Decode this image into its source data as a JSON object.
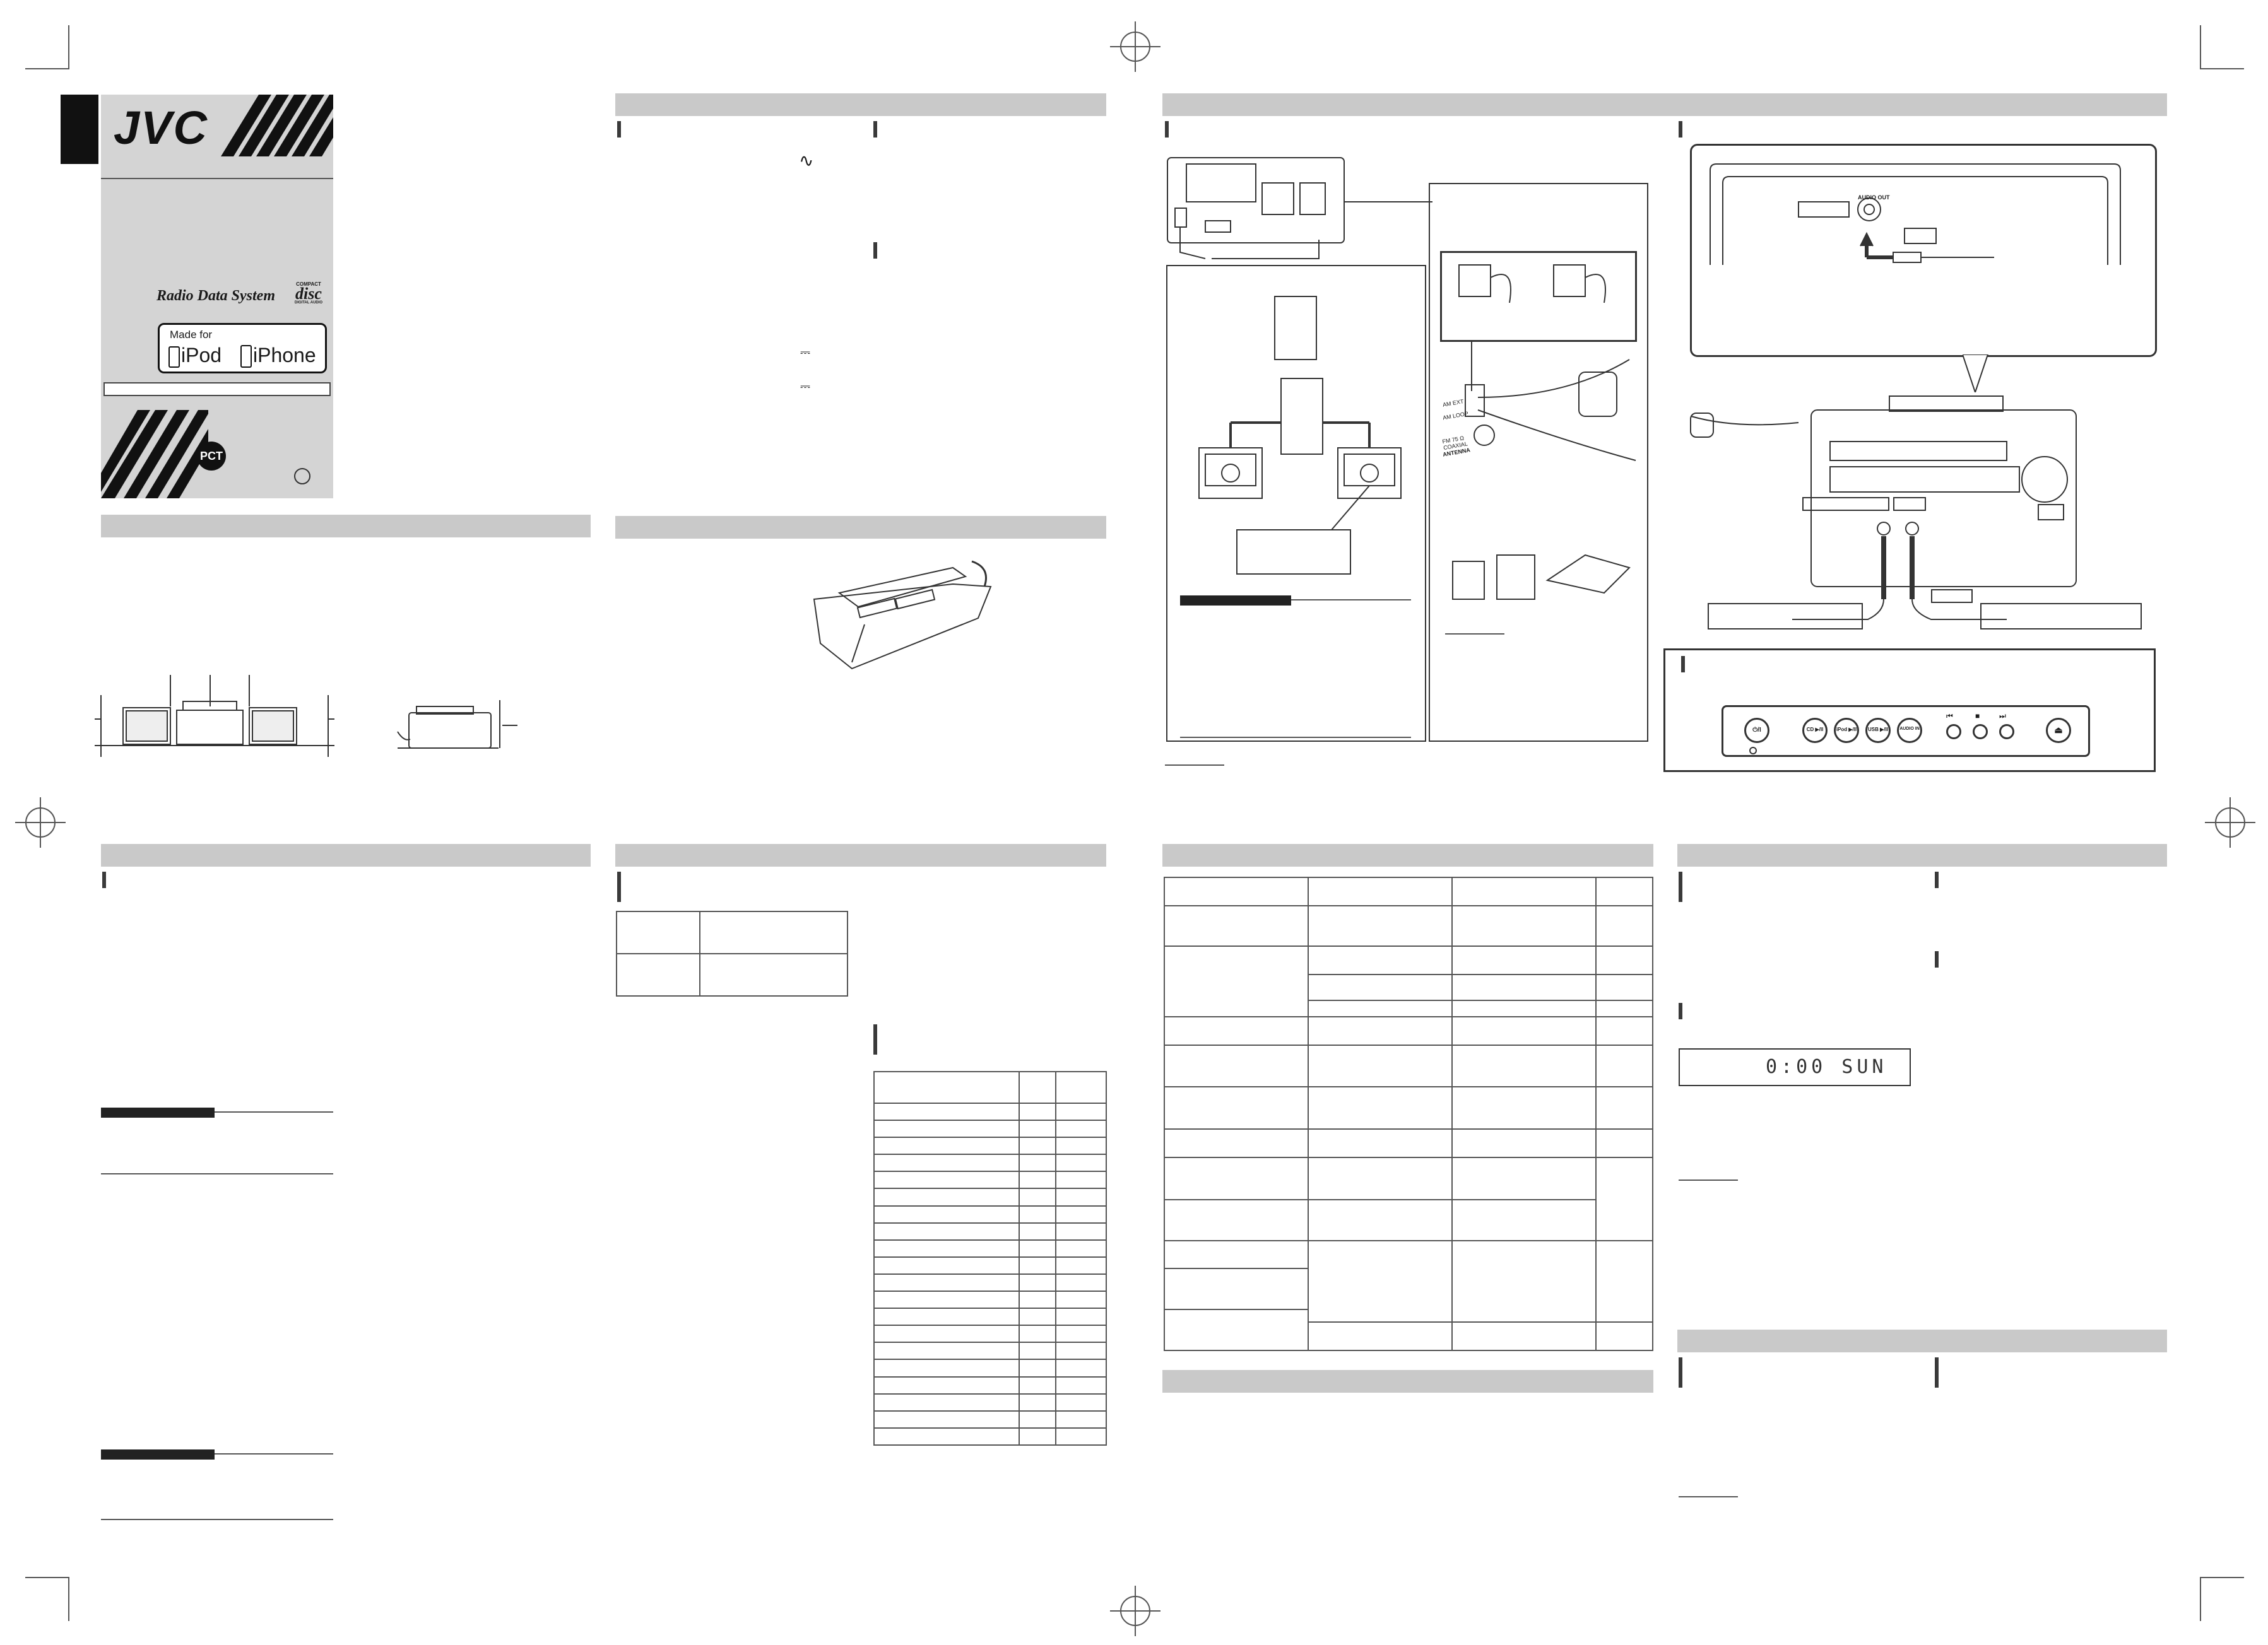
{
  "cover": {
    "brand": "JVC",
    "rds_label": "Radio Data System",
    "disc_logo_top": "COMPACT",
    "disc_logo_main": "disc",
    "disc_logo_bottom": "DIGITAL AUDIO",
    "made_for": "Made for",
    "ipod": "iPod",
    "iphone": "iPhone",
    "cert_mark": "PCT"
  },
  "diagrams": {
    "ant_labels": [
      "AM EXT",
      "AM LOOP",
      "FM 75 Ω COAXIAL",
      "ANTENNA"
    ],
    "audio_out_label": "AUDIO OUT",
    "display_text": "0:00 SUN",
    "remote_buttons": [
      "⏻/I",
      "CD ▶/II",
      "iPod ▶/II",
      "USB ▶/II",
      "AUDIO IN",
      "⏮",
      "■",
      "⏭",
      "⏏"
    ]
  },
  "symbols": {
    "ac": "∿",
    "dc": "⎓"
  },
  "colors": {
    "header_bar": "#c9c9c9",
    "cover_gray": "#d4d4d4",
    "ink": "#1a1a1a"
  }
}
